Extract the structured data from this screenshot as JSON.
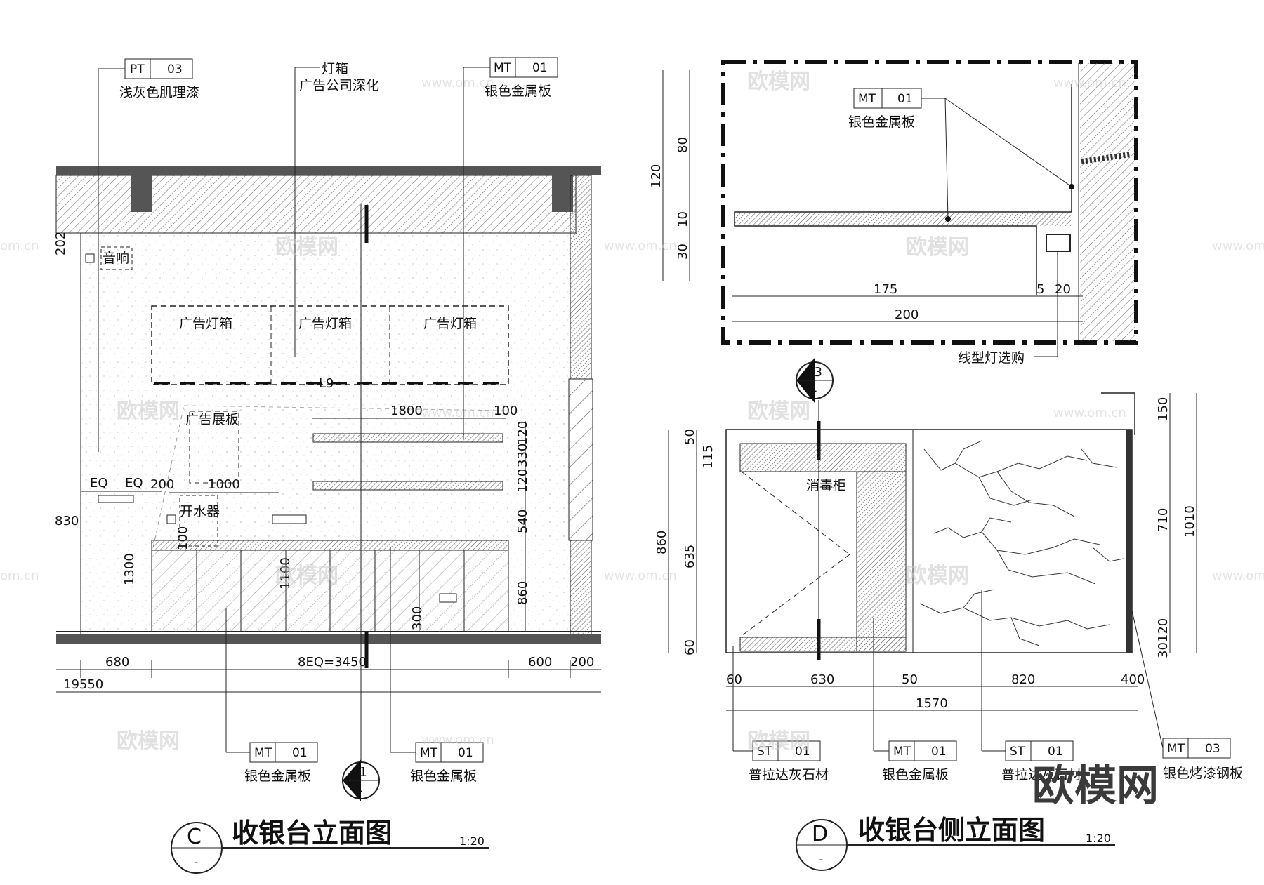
{
  "elevation_c": {
    "title": "收银台立面图",
    "scale": "1:20",
    "marker_letter": "C",
    "marker_sub": "-",
    "section_marker": {
      "num": "01",
      "sub": "-"
    },
    "callouts": [
      {
        "code": "PT",
        "num": "03",
        "text": "浅灰色肌理漆"
      },
      {
        "code": "",
        "num": "",
        "text": "灯箱"
      },
      {
        "code": "",
        "num": "",
        "text": "广告公司深化"
      },
      {
        "code": "MT",
        "num": "01",
        "text": "银色金属板"
      },
      {
        "code": "MT",
        "num": "01",
        "text": "银色金属板"
      },
      {
        "code": "MT",
        "num": "01",
        "text": "银色金属板"
      }
    ],
    "labels": {
      "speaker": "音响",
      "lightbox": [
        "广告灯箱",
        "广告灯箱",
        "广告灯箱"
      ],
      "display_board": "广告展板",
      "water_heater": "开水器"
    },
    "dims": {
      "d_1800": "1800",
      "d_100": "100",
      "d_120a": "120",
      "d_330": "330",
      "d_120b": "120",
      "d_540": "540",
      "d_860": "860",
      "d_1300": "1300",
      "d_1100": "1100",
      "d_300": "300",
      "d_l9": "L9",
      "d_eq1": "EQ",
      "d_eq2": "EQ",
      "d_200a": "200",
      "d_1000": "1000",
      "d_830": "830",
      "d_680": "680",
      "d_8eq": "8EQ=3450",
      "d_600": "600",
      "d_200b": "200",
      "d_19550": "19550",
      "d_202": "202",
      "d_100v": "100"
    }
  },
  "elevation_d": {
    "title": "收银台侧立面图",
    "scale": "1:20",
    "marker_letter": "D",
    "marker_sub": "-",
    "detail_marker": {
      "num": "03",
      "sub": "-"
    },
    "detail_callout": {
      "code": "MT",
      "num": "01",
      "text": "银色金属板"
    },
    "detail_note": "线型灯选购",
    "cabinet_label": "消毒柜",
    "callouts": [
      {
        "code": "ST",
        "num": "01",
        "text": "普拉达灰石材"
      },
      {
        "code": "MT",
        "num": "01",
        "text": "银色金属板"
      },
      {
        "code": "ST",
        "num": "01",
        "text": "普拉达灰石材"
      },
      {
        "code": "MT",
        "num": "03",
        "text": "银色烤漆钢板"
      }
    ],
    "dims": {
      "d_120": "120",
      "d_80": "80",
      "d_10": "10",
      "d_30": "30",
      "d_175": "175",
      "d_5": "5",
      "d_20": "20",
      "d_200": "200",
      "d_50a": "50",
      "d_115": "115",
      "d_860": "860",
      "d_635": "635",
      "d_60a": "60",
      "d_150": "150",
      "d_710": "710",
      "d_1010": "1010",
      "d_30120": "30120",
      "d_60b": "60",
      "d_630": "630",
      "d_50b": "50",
      "d_820": "820",
      "d_400": "400",
      "d_1570": "1570"
    }
  },
  "watermark": {
    "brand": "欧模网",
    "url": "www.om.cn",
    "url_short": "om.cn"
  }
}
